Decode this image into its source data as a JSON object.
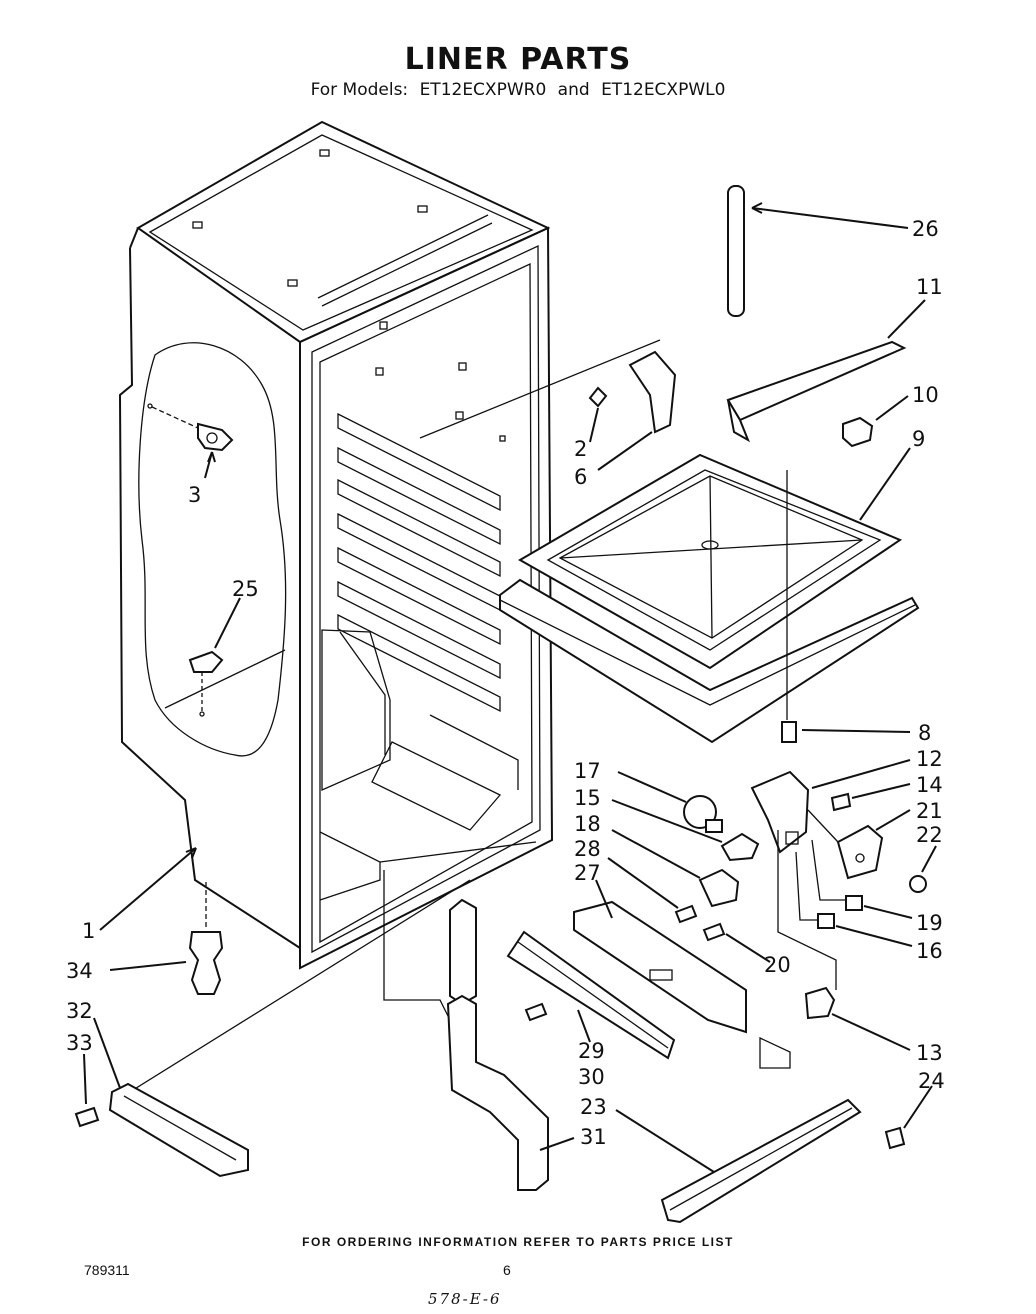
{
  "header": {
    "title": "LINER PARTS",
    "models_prefix": "For Models:",
    "model_a": "ET12ECXPWR0",
    "conjunction": "and",
    "model_b": "ET12ECXPWL0"
  },
  "callouts": {
    "c1": "1",
    "c2": "2",
    "c3": "3",
    "c6": "6",
    "c8": "8",
    "c9": "9",
    "c10": "10",
    "c11": "11",
    "c12": "12",
    "c13": "13",
    "c14": "14",
    "c15": "15",
    "c16": "16",
    "c17": "17",
    "c18": "18",
    "c19": "19",
    "c20": "20",
    "c21": "21",
    "c22": "22",
    "c23": "23",
    "c24": "24",
    "c25": "25",
    "c26": "26",
    "c27": "27",
    "c28": "28",
    "c29": "29",
    "c30": "30",
    "c31": "31",
    "c32": "32",
    "c33": "33",
    "c34": "34"
  },
  "footer": {
    "ordering_note": "FOR ORDERING INFORMATION REFER TO PARTS PRICE LIST",
    "doc_number": "789311",
    "page_number": "6",
    "handwritten_mark": "578-E-6"
  }
}
